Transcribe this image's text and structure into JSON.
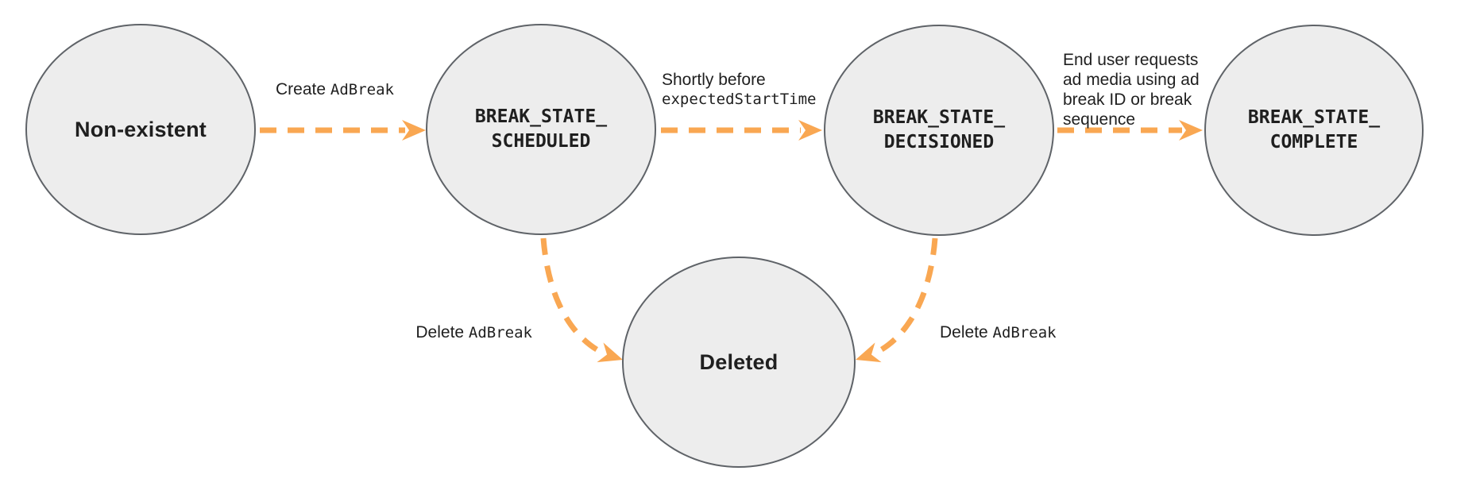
{
  "colors": {
    "node_fill": "#ededed",
    "node_border": "#5f6368",
    "arrow": "#f9a752",
    "text": "#1f1f1f"
  },
  "states": [
    {
      "id": "non-existent",
      "label": "Non-existent",
      "style": "sans"
    },
    {
      "id": "break-state-scheduled",
      "label": "BREAK_STATE_\nSCHEDULED",
      "style": "mono"
    },
    {
      "id": "break-state-decisioned",
      "label": "BREAK_STATE_\nDECISIONED",
      "style": "mono"
    },
    {
      "id": "break-state-complete",
      "label": "BREAK_STATE_\nCOMPLETE",
      "style": "mono"
    },
    {
      "id": "deleted",
      "label": "Deleted",
      "style": "sans"
    }
  ],
  "transitions": [
    {
      "from": "non-existent",
      "to": "break-state-scheduled",
      "label_text": "Create ",
      "label_code": "AdBreak"
    },
    {
      "from": "break-state-scheduled",
      "to": "break-state-decisioned",
      "label_text": "Shortly before",
      "label_code": "expectedStartTime"
    },
    {
      "from": "break-state-decisioned",
      "to": "break-state-complete",
      "label_text": "End user requests\nad media using ad\nbreak ID or break\nsequence",
      "label_code": ""
    },
    {
      "from": "break-state-scheduled",
      "to": "deleted",
      "label_text": "Delete ",
      "label_code": "AdBreak"
    },
    {
      "from": "break-state-decisioned",
      "to": "deleted",
      "label_text": "Delete ",
      "label_code": "AdBreak"
    }
  ]
}
